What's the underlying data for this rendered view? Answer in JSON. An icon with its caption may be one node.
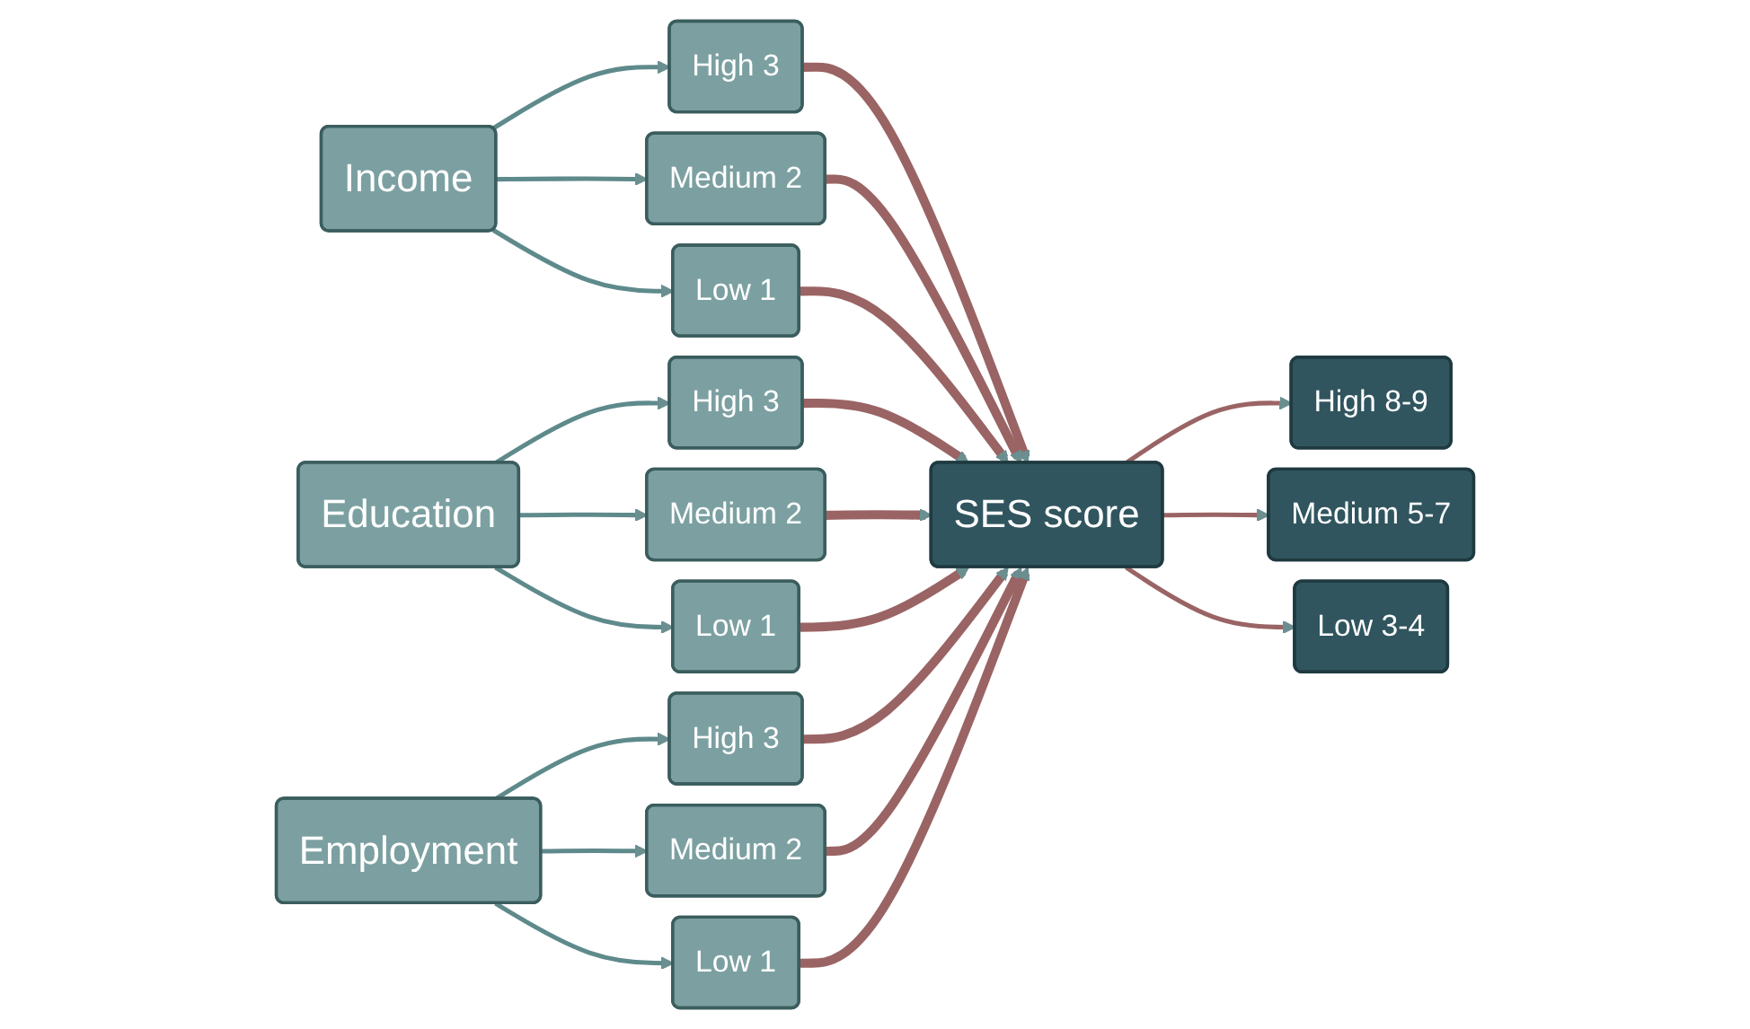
{
  "diagram": {
    "nodes": [
      {
        "text": [
          "Income"
        ]
      },
      {
        "text": [
          "High 3"
        ]
      },
      {
        "text": [
          "Medium 2"
        ]
      },
      {
        "text": [
          "Low 1"
        ]
      },
      {
        "text": [
          "Education"
        ]
      },
      {
        "text": [
          "High 3"
        ]
      },
      {
        "text": [
          "Medium 2"
        ]
      },
      {
        "text": [
          "Low 1"
        ]
      },
      {
        "text": [
          "Employment"
        ]
      },
      {
        "text": [
          "High 3"
        ]
      },
      {
        "text": [
          "Medium 2"
        ]
      },
      {
        "text": [
          "Low 1"
        ]
      },
      {
        "text": [
          "SES score"
        ]
      },
      {
        "text": [
          "High 8-9"
        ]
      },
      {
        "text": [
          "Medium 5-7"
        ]
      },
      {
        "text": [
          "Low 3-4"
        ]
      }
    ],
    "edges": [
      {
        "from": 0,
        "to": 1,
        "arrow": "to",
        "color": "#5f8a8b"
      },
      {
        "from": 0,
        "to": 2,
        "arrow": "to",
        "color": "#5f8a8b"
      },
      {
        "from": 0,
        "to": 3,
        "arrow": "to",
        "color": "#5f8a8b"
      },
      {
        "from": 4,
        "to": 5,
        "arrow": "to",
        "color": "#5f8a8b"
      },
      {
        "from": 4,
        "to": 6,
        "arrow": "to",
        "color": "#5f8a8b"
      },
      {
        "from": 4,
        "to": 7,
        "arrow": "to",
        "color": "#5f8a8b"
      },
      {
        "from": 8,
        "to": 9,
        "arrow": "to",
        "color": "#5f8a8b"
      },
      {
        "from": 8,
        "to": 10,
        "arrow": "to",
        "color": "#5f8a8b"
      },
      {
        "from": 8,
        "to": 11,
        "arrow": "to",
        "color": "#5f8a8b"
      },
      {
        "from": 1,
        "to": 12,
        "arrow": "to",
        "style": "thick",
        "color": "#9a6464"
      },
      {
        "from": 2,
        "to": 12,
        "arrow": "to",
        "style": "thick",
        "color": "#9a6464"
      },
      {
        "from": 3,
        "to": 12,
        "arrow": "to",
        "style": "thick",
        "color": "#9a6464"
      },
      {
        "from": 5,
        "to": 12,
        "arrow": "to",
        "style": "thick",
        "color": "#9a6464"
      },
      {
        "from": 6,
        "to": 12,
        "arrow": "to",
        "style": "thick",
        "color": "#9a6464"
      },
      {
        "from": 7,
        "to": 12,
        "arrow": "to",
        "style": "thick",
        "color": "#9a6464"
      },
      {
        "from": 9,
        "to": 12,
        "arrow": "to",
        "style": "thick",
        "color": "#9a6464"
      },
      {
        "from": 10,
        "to": 12,
        "arrow": "to",
        "style": "thick",
        "color": "#9a6464"
      },
      {
        "from": 11,
        "to": 12,
        "arrow": "to",
        "style": "thick",
        "color": "#9a6464"
      },
      {
        "from": 12,
        "to": 13,
        "arrow": "to",
        "color": "#9a6464"
      },
      {
        "from": 12,
        "to": 14,
        "arrow": "to",
        "color": "#9a6464"
      },
      {
        "from": 12,
        "to": 15,
        "arrow": "to",
        "color": "#9a6464"
      }
    ]
  }
}
